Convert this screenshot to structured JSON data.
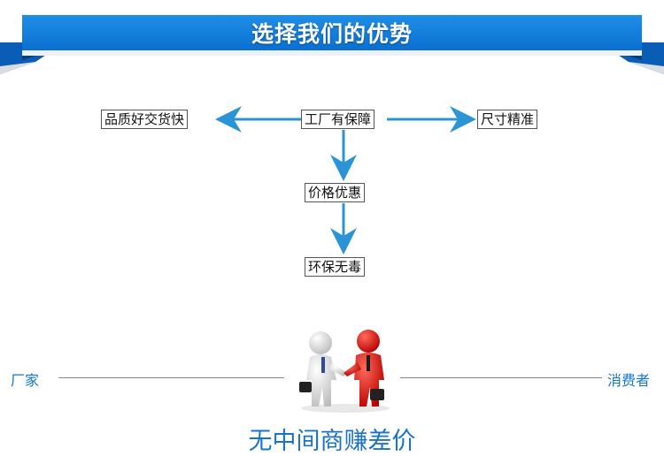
{
  "banner": {
    "title": "选择我们的优势"
  },
  "flow": {
    "center": "工厂有保障",
    "left": "品质好交货快",
    "right": "尺寸精准",
    "down1": "价格优惠",
    "down2": "环保无毒"
  },
  "bottom": {
    "left_label": "厂家",
    "right_label": "消费者",
    "tagline": "无中间商赚差价",
    "illustration": "handshake-figures"
  },
  "colors": {
    "banner": "#0b6fd0",
    "arrow": "#2a94d6",
    "tagline": "#1a73c8",
    "figure_left": "#e6e6e6",
    "figure_right": "#e01010"
  }
}
